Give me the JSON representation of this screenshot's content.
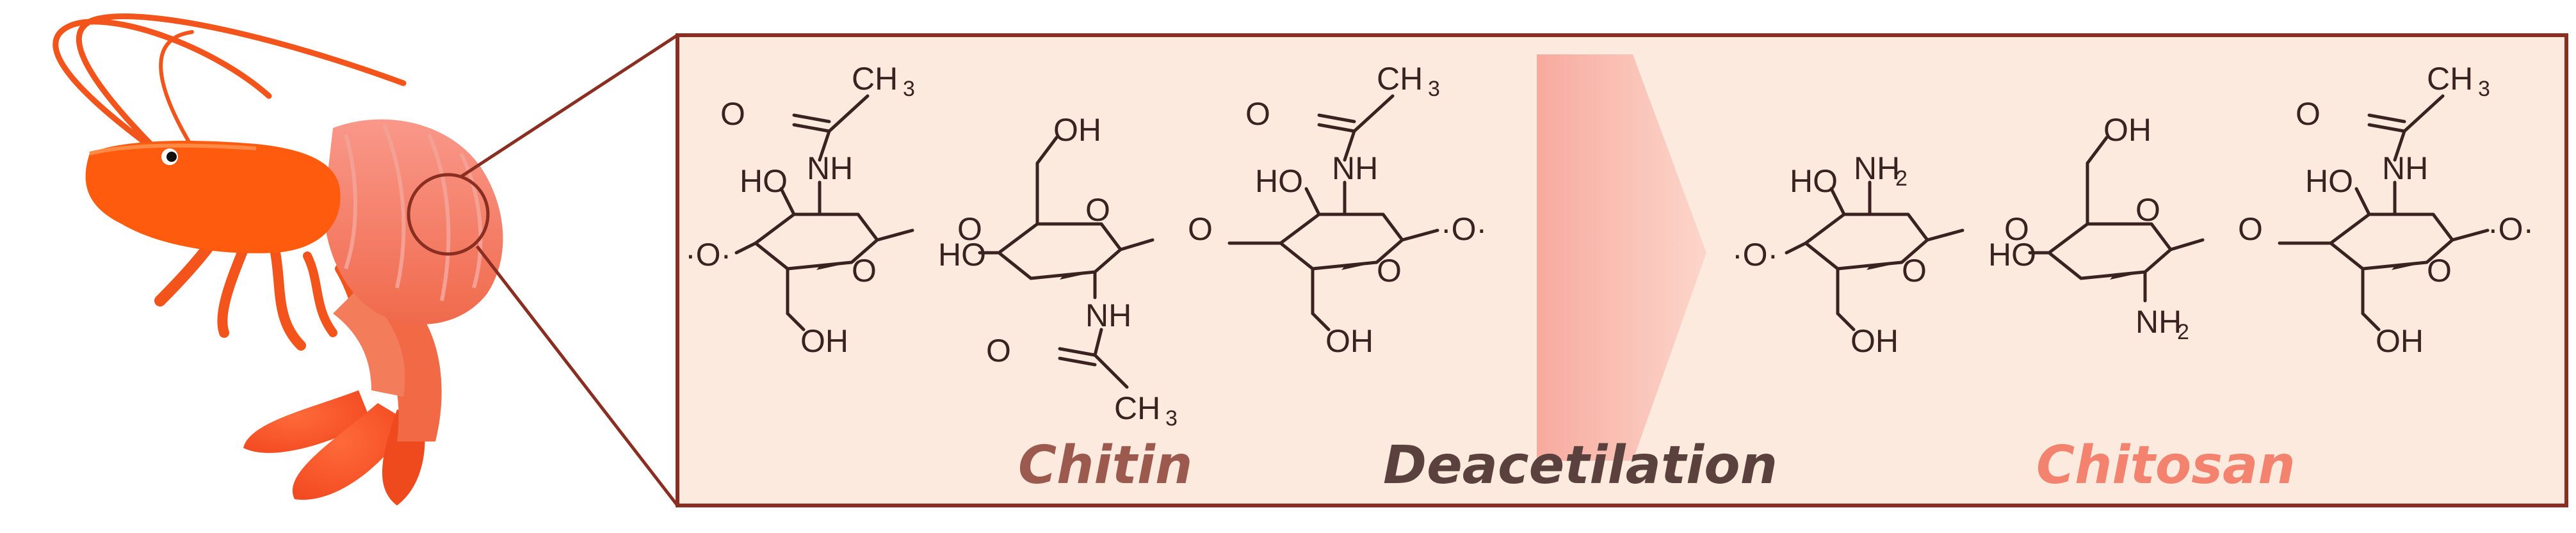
{
  "labels": {
    "chitin": "Chitin",
    "process": "Deacetilation",
    "chitosan": "Chitosan"
  },
  "atoms": {
    "ch3": "CH",
    "three": "3",
    "o": "O",
    "nh": "NH",
    "nh2": "NH",
    "two": "2",
    "ho": "HO",
    "oh": "OH",
    "chain_end": "·O·"
  },
  "colors": {
    "frame": "#8b2e22",
    "panel_fill": "#fdeadf",
    "chitin_label": "#9c5a4e",
    "process_label": "#5a413d",
    "chitosan_label": "#f3836e",
    "arrow": "#f7a79b",
    "shrimp_head": "#ff5b0f",
    "shrimp_body": "#f47c6c"
  },
  "icons": {
    "shrimp": "shrimp-illustration",
    "zoom": "zoom-circle",
    "arrow": "reaction-arrow"
  }
}
